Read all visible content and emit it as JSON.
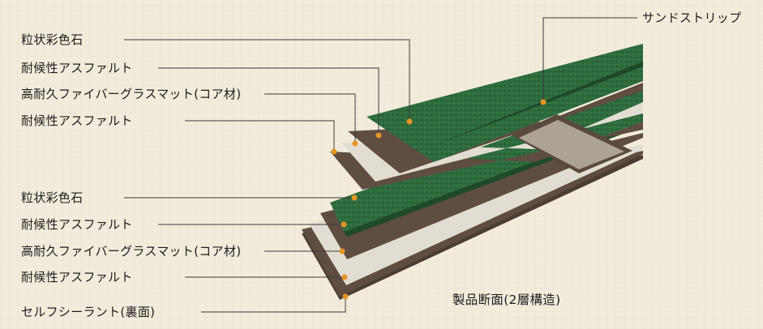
{
  "labels": {
    "upper": [
      "粒状彩色石",
      "耐候性アスファルト",
      "高耐久ファイバーグラスマット(コア材)",
      "耐候性アスファルト"
    ],
    "lower": [
      "粒状彩色石",
      "耐候性アスファルト",
      "高耐久ファイバーグラスマット(コア材)",
      "耐候性アスファルト",
      "セルフシーラント(裏面)"
    ],
    "sand_strip": "サンドストリップ",
    "caption": "製品断面(2層構造)"
  },
  "colors": {
    "background": "#f3ecdc",
    "granule_green": "#2d6a3c",
    "asphalt_brown": "#5f4d42",
    "fiberglass": "#e2ddd2",
    "marker_orange": "#e69524",
    "leader_line": "#3a3a3a"
  }
}
